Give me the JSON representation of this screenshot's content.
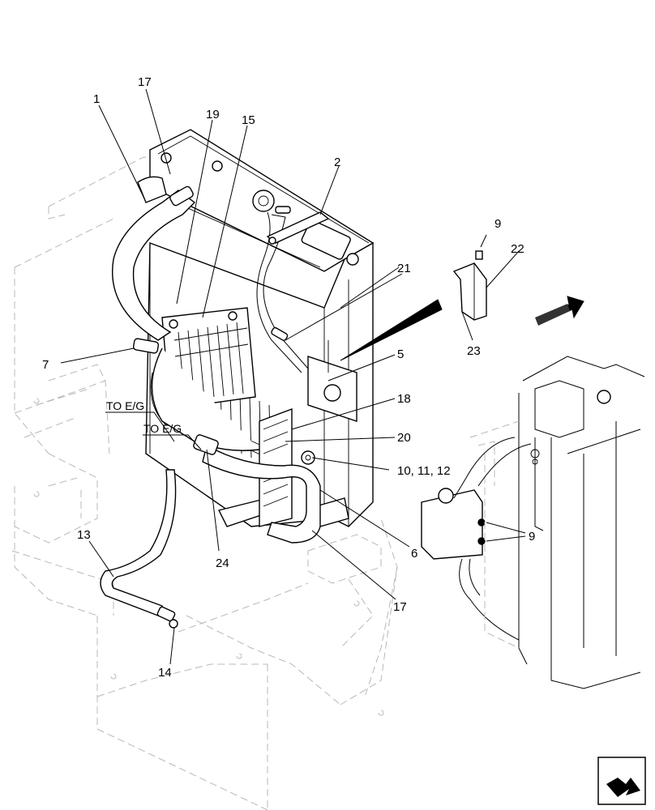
{
  "callouts": {
    "c1": "1",
    "c2": "2",
    "c5": "5",
    "c6": "6",
    "c7": "7",
    "c9a": "9",
    "c9b": "9",
    "c10": "10, 11, 12",
    "c13": "13",
    "c14": "14",
    "c15": "15",
    "c17a": "17",
    "c17b": "17",
    "c18": "18",
    "c19": "19",
    "c20": "20",
    "c21": "21",
    "c22": "22",
    "c23": "23",
    "c24": "24"
  },
  "notes": {
    "to_eg_1": "TO E/G",
    "to_eg_2": "TO E/G"
  },
  "direction_label": "FWD",
  "icons": {
    "fwd_arrow": "forward-arrow-icon",
    "nav": "next-page-arrow-icon"
  }
}
